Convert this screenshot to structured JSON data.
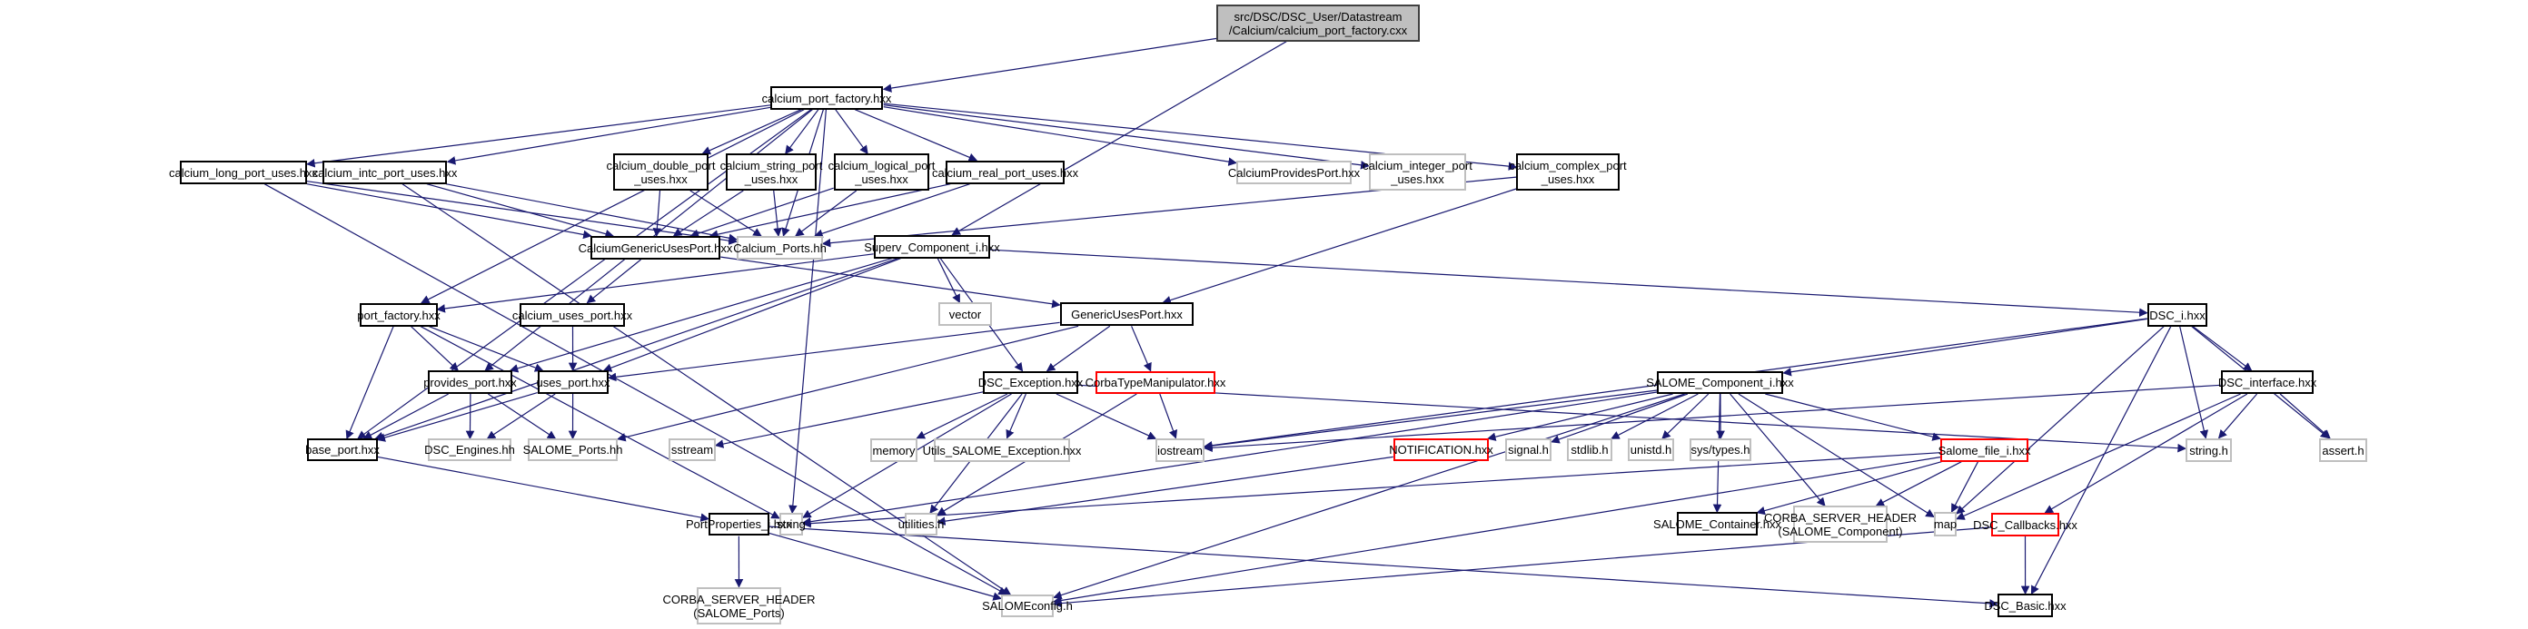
{
  "diagram": {
    "title": "calcium_port_factory.cxx include dependency graph",
    "edge_color": "#191970",
    "nodes": [
      {
        "id": "root",
        "label": "src/DSC/DSC_User/Datastream\n/Calcium/calcium_port_factory.cxx",
        "kind": "root"
      },
      {
        "id": "calcium_port_factory",
        "label": "calcium_port_factory.hxx",
        "kind": "normal"
      },
      {
        "id": "calcium_long_port_uses",
        "label": "calcium_long_port_uses.hxx",
        "kind": "normal"
      },
      {
        "id": "calcium_intc_port_uses",
        "label": "calcium_intc_port_uses.hxx",
        "kind": "normal"
      },
      {
        "id": "calcium_double_port_uses",
        "label": "calcium_double_port\n_uses.hxx",
        "kind": "normal"
      },
      {
        "id": "calcium_string_port_uses",
        "label": "calcium_string_port\n_uses.hxx",
        "kind": "normal"
      },
      {
        "id": "calcium_logical_port_uses",
        "label": "calcium_logical_port\n_uses.hxx",
        "kind": "normal"
      },
      {
        "id": "calcium_real_port_uses",
        "label": "calcium_real_port_uses.hxx",
        "kind": "normal"
      },
      {
        "id": "CalciumProvidesPort",
        "label": "CalciumProvidesPort.hxx",
        "kind": "external"
      },
      {
        "id": "calcium_integer_port_uses",
        "label": "calcium_integer_port\n_uses.hxx",
        "kind": "external"
      },
      {
        "id": "calcium_complex_port_uses",
        "label": "calcium_complex_port\n_uses.hxx",
        "kind": "normal"
      },
      {
        "id": "CalciumGenericUsesPort",
        "label": "CalciumGenericUsesPort.hxx",
        "kind": "normal"
      },
      {
        "id": "Calcium_Ports",
        "label": "Calcium_Ports.hh",
        "kind": "external"
      },
      {
        "id": "Superv_Component_i",
        "label": "Superv_Component_i.hxx",
        "kind": "normal"
      },
      {
        "id": "port_factory",
        "label": "port_factory.hxx",
        "kind": "normal"
      },
      {
        "id": "calcium_uses_port",
        "label": "calcium_uses_port.hxx",
        "kind": "normal"
      },
      {
        "id": "vector",
        "label": "vector",
        "kind": "external"
      },
      {
        "id": "GenericUsesPort",
        "label": "GenericUsesPort.hxx",
        "kind": "normal"
      },
      {
        "id": "DSC_i",
        "label": "DSC_i.hxx",
        "kind": "normal"
      },
      {
        "id": "provides_port",
        "label": "provides_port.hxx",
        "kind": "normal"
      },
      {
        "id": "uses_port",
        "label": "uses_port.hxx",
        "kind": "normal"
      },
      {
        "id": "DSC_Exception",
        "label": "DSC_Exception.hxx",
        "kind": "normal"
      },
      {
        "id": "CorbaTypeManipulator",
        "label": "CorbaTypeManipulator.hxx",
        "kind": "incomplete"
      },
      {
        "id": "SALOME_Component_i",
        "label": "SALOME_Component_i.hxx",
        "kind": "normal"
      },
      {
        "id": "DSC_interface",
        "label": "DSC_interface.hxx",
        "kind": "normal"
      },
      {
        "id": "base_port",
        "label": "base_port.hxx",
        "kind": "normal"
      },
      {
        "id": "DSC_Engines",
        "label": "DSC_Engines.hh",
        "kind": "external"
      },
      {
        "id": "SALOME_Ports",
        "label": "SALOME_Ports.hh",
        "kind": "external"
      },
      {
        "id": "sstream",
        "label": "sstream",
        "kind": "external"
      },
      {
        "id": "memory",
        "label": "memory",
        "kind": "external"
      },
      {
        "id": "Utils_SALOME_Exception",
        "label": "Utils_SALOME_Exception.hxx",
        "kind": "external"
      },
      {
        "id": "iostream",
        "label": "iostream",
        "kind": "external"
      },
      {
        "id": "NOTIFICATION",
        "label": "NOTIFICATION.hxx",
        "kind": "incomplete"
      },
      {
        "id": "signal_h",
        "label": "signal.h",
        "kind": "external"
      },
      {
        "id": "stdlib_h",
        "label": "stdlib.h",
        "kind": "external"
      },
      {
        "id": "unistd_h",
        "label": "unistd.h",
        "kind": "external"
      },
      {
        "id": "sys_types_h",
        "label": "sys/types.h",
        "kind": "external"
      },
      {
        "id": "Salome_file_i",
        "label": "Salome_file_i.hxx",
        "kind": "incomplete"
      },
      {
        "id": "string_h",
        "label": "string.h",
        "kind": "external"
      },
      {
        "id": "assert_h",
        "label": "assert.h",
        "kind": "external"
      },
      {
        "id": "string",
        "label": "string",
        "kind": "external"
      },
      {
        "id": "PortProperties_i",
        "label": "PortProperties_i.hxx",
        "kind": "normal"
      },
      {
        "id": "utilities_h",
        "label": "utilities.h",
        "kind": "external"
      },
      {
        "id": "SALOME_Container",
        "label": "SALOME_Container.hxx",
        "kind": "normal"
      },
      {
        "id": "CORBA_SERVER_HEADER_Component",
        "label": "CORBA_SERVER_HEADER\n(SALOME_Component)",
        "kind": "external"
      },
      {
        "id": "map",
        "label": "map",
        "kind": "external"
      },
      {
        "id": "DSC_Callbacks",
        "label": "DSC_Callbacks.hxx",
        "kind": "incomplete"
      },
      {
        "id": "CORBA_SERVER_HEADER_Ports",
        "label": "CORBA_SERVER_HEADER\n(SALOME_Ports)",
        "kind": "external"
      },
      {
        "id": "SALOMEconfig_h",
        "label": "SALOMEconfig.h",
        "kind": "external"
      },
      {
        "id": "DSC_Basic",
        "label": "DSC_Basic.hxx",
        "kind": "normal"
      }
    ],
    "edges": [
      [
        "root",
        "calcium_port_factory"
      ],
      [
        "root",
        "Superv_Component_i"
      ],
      [
        "calcium_port_factory",
        "calcium_long_port_uses"
      ],
      [
        "calcium_port_factory",
        "calcium_intc_port_uses"
      ],
      [
        "calcium_port_factory",
        "calcium_double_port_uses"
      ],
      [
        "calcium_port_factory",
        "calcium_string_port_uses"
      ],
      [
        "calcium_port_factory",
        "calcium_logical_port_uses"
      ],
      [
        "calcium_port_factory",
        "calcium_real_port_uses"
      ],
      [
        "calcium_port_factory",
        "CalciumProvidesPort"
      ],
      [
        "calcium_port_factory",
        "calcium_integer_port_uses"
      ],
      [
        "calcium_port_factory",
        "calcium_complex_port_uses"
      ],
      [
        "calcium_port_factory",
        "Calcium_Ports"
      ],
      [
        "calcium_port_factory",
        "port_factory"
      ],
      [
        "calcium_port_factory",
        "provides_port"
      ],
      [
        "calcium_port_factory",
        "base_port"
      ],
      [
        "calcium_port_factory",
        "string"
      ],
      [
        "calcium_long_port_uses",
        "CalciumGenericUsesPort"
      ],
      [
        "calcium_long_port_uses",
        "Calcium_Ports"
      ],
      [
        "calcium_long_port_uses",
        "SALOMEconfig_h"
      ],
      [
        "calcium_intc_port_uses",
        "CalciumGenericUsesPort"
      ],
      [
        "calcium_intc_port_uses",
        "Calcium_Ports"
      ],
      [
        "calcium_intc_port_uses",
        "SALOMEconfig_h"
      ],
      [
        "calcium_double_port_uses",
        "CalciumGenericUsesPort"
      ],
      [
        "calcium_double_port_uses",
        "Calcium_Ports"
      ],
      [
        "calcium_string_port_uses",
        "CalciumGenericUsesPort"
      ],
      [
        "calcium_string_port_uses",
        "Calcium_Ports"
      ],
      [
        "calcium_logical_port_uses",
        "CalciumGenericUsesPort"
      ],
      [
        "calcium_logical_port_uses",
        "Calcium_Ports"
      ],
      [
        "calcium_real_port_uses",
        "CalciumGenericUsesPort"
      ],
      [
        "calcium_real_port_uses",
        "Calcium_Ports"
      ],
      [
        "calcium_complex_port_uses",
        "Calcium_Ports"
      ],
      [
        "calcium_complex_port_uses",
        "GenericUsesPort"
      ],
      [
        "CalciumGenericUsesPort",
        "calcium_uses_port"
      ],
      [
        "CalciumGenericUsesPort",
        "GenericUsesPort"
      ],
      [
        "calcium_uses_port",
        "uses_port"
      ],
      [
        "Superv_Component_i",
        "port_factory"
      ],
      [
        "Superv_Component_i",
        "vector"
      ],
      [
        "Superv_Component_i",
        "DSC_i"
      ],
      [
        "Superv_Component_i",
        "uses_port"
      ],
      [
        "Superv_Component_i",
        "provides_port"
      ],
      [
        "Superv_Component_i",
        "DSC_Exception"
      ],
      [
        "Superv_Component_i",
        "base_port"
      ],
      [
        "port_factory",
        "base_port"
      ],
      [
        "port_factory",
        "provides_port"
      ],
      [
        "port_factory",
        "uses_port"
      ],
      [
        "port_factory",
        "string"
      ],
      [
        "GenericUsesPort",
        "uses_port"
      ],
      [
        "GenericUsesPort",
        "DSC_Exception"
      ],
      [
        "GenericUsesPort",
        "CorbaTypeManipulator"
      ],
      [
        "GenericUsesPort",
        "SALOME_Ports"
      ],
      [
        "provides_port",
        "base_port"
      ],
      [
        "provides_port",
        "DSC_Engines"
      ],
      [
        "provides_port",
        "SALOME_Ports"
      ],
      [
        "uses_port",
        "base_port"
      ],
      [
        "uses_port",
        "DSC_Engines"
      ],
      [
        "uses_port",
        "SALOME_Ports"
      ],
      [
        "base_port",
        "PortProperties_i"
      ],
      [
        "DSC_Exception",
        "sstream"
      ],
      [
        "DSC_Exception",
        "memory"
      ],
      [
        "DSC_Exception",
        "Utils_SALOME_Exception"
      ],
      [
        "DSC_Exception",
        "iostream"
      ],
      [
        "DSC_Exception",
        "string"
      ],
      [
        "DSC_Exception",
        "utilities_h"
      ],
      [
        "DSC_Exception",
        "string_h"
      ],
      [
        "CorbaTypeManipulator",
        "iostream"
      ],
      [
        "CorbaTypeManipulator",
        "utilities_h"
      ],
      [
        "DSC_i",
        "SALOME_Component_i"
      ],
      [
        "DSC_i",
        "DSC_interface"
      ],
      [
        "DSC_i",
        "string_h"
      ],
      [
        "DSC_i",
        "assert_h"
      ],
      [
        "DSC_i",
        "map"
      ],
      [
        "DSC_i",
        "iostream"
      ],
      [
        "DSC_i",
        "DSC_Basic"
      ],
      [
        "SALOME_Component_i",
        "iostream"
      ],
      [
        "SALOME_Component_i",
        "NOTIFICATION"
      ],
      [
        "SALOME_Component_i",
        "signal_h"
      ],
      [
        "SALOME_Component_i",
        "stdlib_h"
      ],
      [
        "SALOME_Component_i",
        "unistd_h"
      ],
      [
        "SALOME_Component_i",
        "sys_types_h"
      ],
      [
        "SALOME_Component_i",
        "Salome_file_i"
      ],
      [
        "SALOME_Component_i",
        "string"
      ],
      [
        "SALOME_Component_i",
        "map"
      ],
      [
        "SALOME_Component_i",
        "SALOME_Container"
      ],
      [
        "SALOME_Component_i",
        "CORBA_SERVER_HEADER_Component"
      ],
      [
        "SALOME_Component_i",
        "SALOMEconfig_h"
      ],
      [
        "DSC_interface",
        "string_h"
      ],
      [
        "DSC_interface",
        "assert_h"
      ],
      [
        "DSC_interface",
        "map"
      ],
      [
        "DSC_interface",
        "DSC_Callbacks"
      ],
      [
        "DSC_interface",
        "iostream"
      ],
      [
        "NOTIFICATION",
        "utilities_h"
      ],
      [
        "Salome_file_i",
        "SALOME_Container"
      ],
      [
        "Salome_file_i",
        "CORBA_SERVER_HEADER_Component"
      ],
      [
        "Salome_file_i",
        "map"
      ],
      [
        "Salome_file_i",
        "string"
      ],
      [
        "Salome_file_i",
        "SALOMEconfig_h"
      ],
      [
        "PortProperties_i",
        "CORBA_SERVER_HEADER_Ports"
      ],
      [
        "PortProperties_i",
        "SALOMEconfig_h"
      ],
      [
        "PortProperties_i",
        "DSC_Basic"
      ],
      [
        "DSC_Callbacks",
        "DSC_Basic"
      ],
      [
        "DSC_Callbacks",
        "SALOMEconfig_h"
      ]
    ]
  }
}
